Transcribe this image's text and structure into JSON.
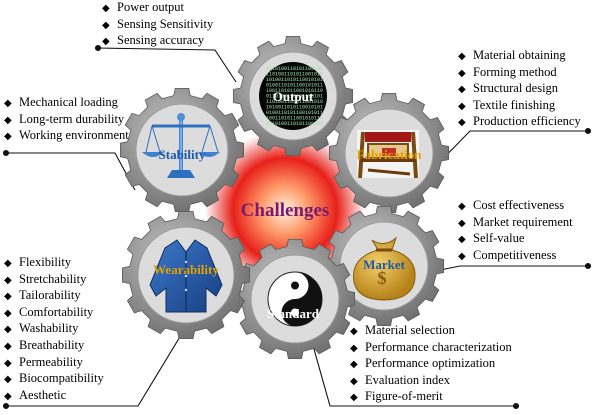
{
  "center": {
    "label": "Challenges",
    "color": "#7a1a6e"
  },
  "colors": {
    "gear_outer": "#8a8a8a",
    "gear_inner": "#dcdcdc",
    "glow": "#e8201a",
    "label_light": "#ffffff",
    "label_blue": "#1a5aa8",
    "label_gold": "#e0a000"
  },
  "gears": [
    {
      "id": "output",
      "label": "Output",
      "icon": "binary-code-screen-icon",
      "items": [
        "Power output",
        "Sensing Sensitivity",
        "Sensing accuracy"
      ]
    },
    {
      "id": "fabrication",
      "label": "Fabrication",
      "icon": "weaving-loom-icon",
      "items": [
        "Material obtaining",
        "Forming method",
        "Structural design",
        "Textile finishing",
        "Production efficiency"
      ]
    },
    {
      "id": "market",
      "label": "Market",
      "icon": "money-bag-icon",
      "items": [
        "Cost effectiveness",
        "Market requirement",
        "Self-value",
        "Competitiveness"
      ]
    },
    {
      "id": "standard",
      "label": "Standard",
      "icon": "yin-yang-icon",
      "items": [
        "Material selection",
        "Performance characterization",
        "Performance optimization",
        "Evaluation index",
        "Figure-of-merit"
      ]
    },
    {
      "id": "wearability",
      "label": "Wearability",
      "icon": "jacket-icon",
      "items": [
        "Flexibility",
        "Stretchability",
        "Tailorability",
        "Comfortability",
        "Washability",
        "Breathability",
        "Permeability",
        "Biocompatibility",
        "Aesthetic"
      ]
    },
    {
      "id": "stability",
      "label": "Stability",
      "icon": "balance-scale-icon",
      "items": [
        "Mechanical loading",
        "Long-term durability",
        "Working environment"
      ]
    }
  ]
}
